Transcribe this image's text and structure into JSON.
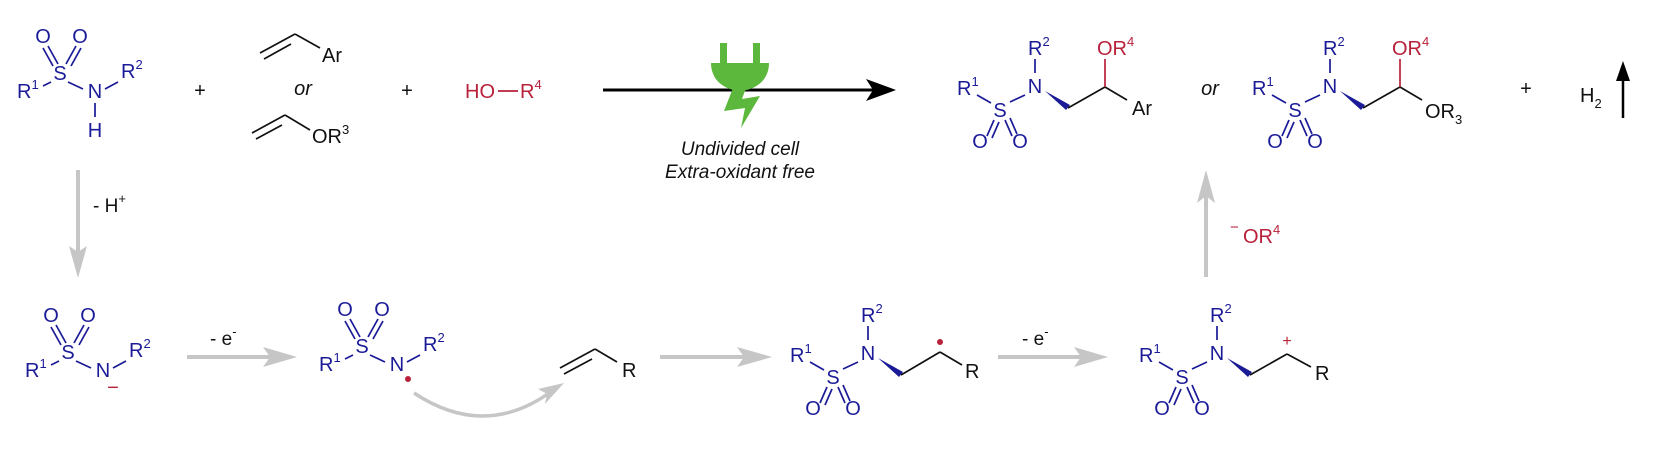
{
  "atoms": {
    "O": "O",
    "S": "S",
    "N": "N",
    "H": "H",
    "R": "R",
    "R1_sup": "1",
    "R2_sup": "2",
    "Ar": "Ar",
    "OR": "OR",
    "R3_sup": "3",
    "R3_sub": "3",
    "R4_sup": "4"
  },
  "reagents": {
    "plus": "+",
    "or": "or",
    "alcohol_HO": "HO",
    "alcohol_R": "R",
    "alcohol_sup": "4"
  },
  "conditions": {
    "line1": "Undivided cell",
    "line2": "Extra-oxidant free"
  },
  "products": {
    "or": "or",
    "plus": "+",
    "byproduct": "H",
    "byproduct_sub": "2"
  },
  "steps": {
    "deprotonation": "- H",
    "deprotonation_sup": "+",
    "oxidation": "- e",
    "oxidation_sup": "-",
    "anion_charge": "−",
    "cation_charge": "+",
    "nucleophile_charge": "−",
    "nucleophile": "OR",
    "nucleophile_sup": "4"
  },
  "colors": {
    "sulfonamide": "#1b1b98",
    "alcohol": "#b8213a",
    "arrows_mechanism": "#c6c6c6",
    "electricity_icon": "#5cb83c"
  }
}
